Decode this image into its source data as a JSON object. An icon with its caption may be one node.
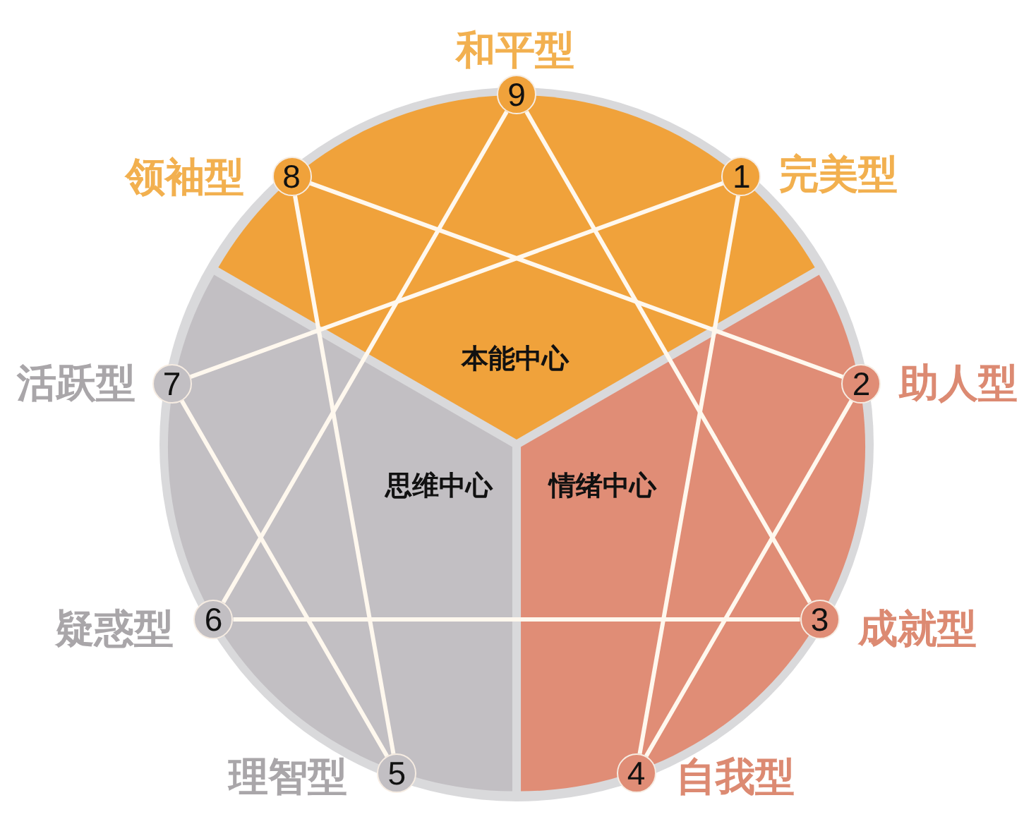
{
  "diagram": {
    "nodes": [
      {
        "text": [
          "9"
        ],
        "beside": [
          "和平型"
        ]
      },
      {
        "text": [
          "8"
        ],
        "beside": [
          "领袖型"
        ]
      },
      {
        "text": [
          "1"
        ],
        "beside": [
          "完美型"
        ]
      },
      {
        "text": [
          "7"
        ],
        "beside": [
          "活跃型"
        ]
      },
      {
        "text": [
          "2"
        ],
        "beside": [
          "助人型"
        ]
      },
      {
        "text": [
          "6"
        ],
        "beside": [
          "疑惑型"
        ]
      },
      {
        "text": [
          "3"
        ],
        "beside": [
          "成就型"
        ]
      },
      {
        "text": [
          "5"
        ],
        "beside": [
          "理智型"
        ]
      },
      {
        "text": [
          "4"
        ],
        "beside": [
          "自我型"
        ]
      }
    ],
    "edges": [
      {
        "from": 0,
        "to": 6,
        "arrow": "none"
      },
      {
        "from": 6,
        "to": 5,
        "arrow": "none"
      },
      {
        "from": 5,
        "to": 0,
        "arrow": "none"
      },
      {
        "from": 2,
        "to": 8,
        "arrow": "none"
      },
      {
        "from": 8,
        "to": 4,
        "arrow": "none"
      },
      {
        "from": 4,
        "to": 1,
        "arrow": "none"
      },
      {
        "from": 1,
        "to": 7,
        "arrow": "none"
      },
      {
        "from": 7,
        "to": 3,
        "arrow": "none"
      },
      {
        "from": 3,
        "to": 2,
        "arrow": "none"
      }
    ],
    "labels": [
      "本能中心",
      "思维中心",
      "情绪中心"
    ]
  }
}
